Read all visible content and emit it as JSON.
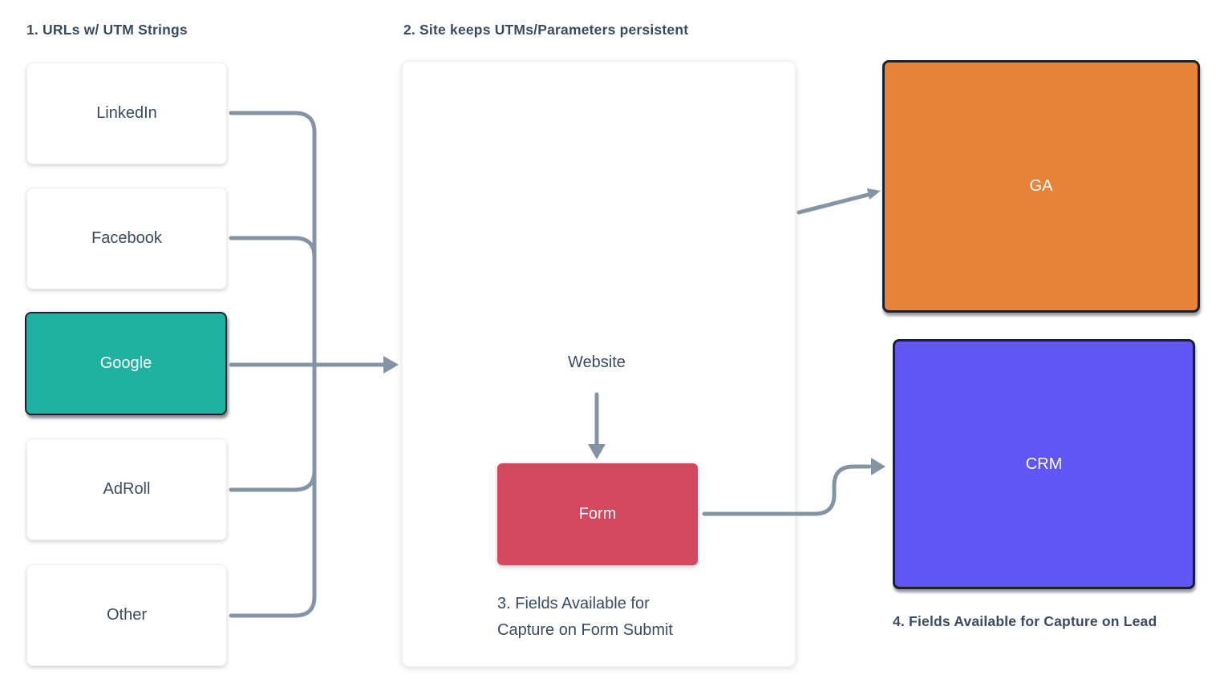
{
  "colors": {
    "arrow_gray": "#8494A5",
    "title_text": "#3A4A61",
    "teal": "#1FB2A1",
    "form_red": "#D4485F",
    "ga_orange": "#E8843A",
    "crm_purple": "#6156F4",
    "dark_border": "#18222F"
  },
  "step1": {
    "title": "1. URLs w/ UTM Strings"
  },
  "sources": [
    {
      "label": "LinkedIn",
      "highlighted": false
    },
    {
      "label": "Facebook",
      "highlighted": false
    },
    {
      "label": "Google",
      "highlighted": true
    },
    {
      "label": "AdRoll",
      "highlighted": false
    },
    {
      "label": "Other",
      "highlighted": false
    }
  ],
  "step2": {
    "title": "2. Site keeps UTMs/Parameters persistent",
    "website_label": "Website",
    "form_label": "Form"
  },
  "step3": {
    "line1": "3. Fields Available for",
    "line2": "Capture on Form Submit"
  },
  "destinations": {
    "ga_label": "GA",
    "crm_label": "CRM"
  },
  "step4": {
    "title": "4. Fields Available for Capture on Lead"
  }
}
